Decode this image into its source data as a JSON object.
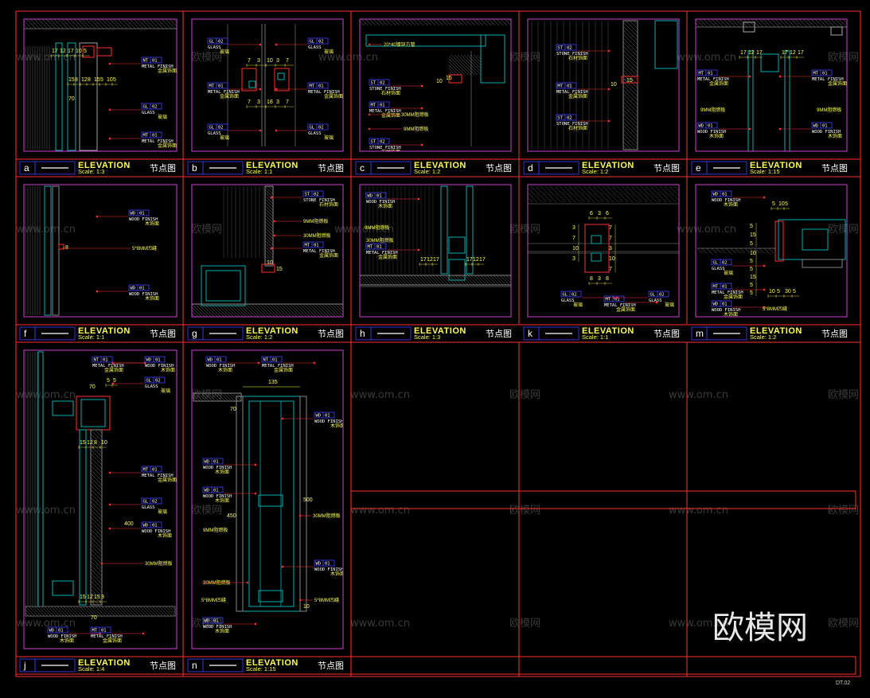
{
  "sheet_number": "DT.02",
  "watermarks": [
    "www.om.cn",
    "欧模网"
  ],
  "brand_watermark": "欧模网",
  "colors": {
    "frame": "#ff3030",
    "panel_border": "#d040d0",
    "title_text": "#ffff55",
    "tag_box": "#4040ff",
    "dim": "#ffff55",
    "leader": "#ff3030",
    "wall": "#00b0b0",
    "hatch": "#707070"
  },
  "panels": [
    {
      "letter": "a",
      "title": "ELEVATION",
      "scale_label": "Scale:",
      "scale": "1:3",
      "caption": "节点图",
      "tags": [
        {
          "code": "NT",
          "num": "01",
          "name": "METAL FINISH",
          "note": "金属饰面"
        },
        {
          "code": "GL",
          "num": "02",
          "name": "GLASS",
          "note": "玻璃"
        },
        {
          "code": "MT",
          "num": "01",
          "name": "METAL FINISH",
          "note": "金属饰面"
        }
      ],
      "dims": [
        "17",
        "12",
        "17",
        "10",
        "5",
        "15",
        "8",
        "12",
        "8",
        "15",
        "5",
        "10",
        "5",
        "70"
      ]
    },
    {
      "letter": "b",
      "title": "ELEVATION",
      "scale_label": "Scale:",
      "scale": "1:1",
      "caption": "节点图",
      "tags": [
        {
          "code": "GL",
          "num": "02",
          "name": "GLASS",
          "note": "玻璃"
        },
        {
          "code": "GL",
          "num": "02",
          "name": "GLASS",
          "note": "玻璃"
        },
        {
          "code": "MT",
          "num": "01",
          "name": "METAL FINISH",
          "note": "金属饰面"
        },
        {
          "code": "MT",
          "num": "01",
          "name": "METAL FINISH",
          "note": "金属饰面"
        },
        {
          "code": "GL",
          "num": "02",
          "name": "GLASS",
          "note": "玻璃"
        },
        {
          "code": "GL",
          "num": "02",
          "name": "GLASS",
          "note": "玻璃"
        }
      ],
      "dims": [
        "7",
        "3",
        "10",
        "3",
        "7",
        "7",
        "3",
        "18",
        "3",
        "7"
      ]
    },
    {
      "letter": "c",
      "title": "ELEVATION",
      "scale_label": "Scale:",
      "scale": "1:2",
      "caption": "节点图",
      "tags": [
        {
          "code": "ST",
          "num": "02",
          "name": "STONE FINISH",
          "note": "石材饰面"
        },
        {
          "code": "MT",
          "num": "01",
          "name": "METAL FINISH",
          "note": "金属饰面"
        },
        {
          "code": "ST",
          "num": "02",
          "name": "STONE FINISH",
          "note": "石材饰面"
        }
      ],
      "notes": [
        "20*40镀锌方管",
        "30MM阻燃板",
        "9MM阻燃板"
      ],
      "dims": [
        "15",
        "10"
      ]
    },
    {
      "letter": "d",
      "title": "ELEVATION",
      "scale_label": "Scale:",
      "scale": "1:2",
      "caption": "节点图",
      "tags": [
        {
          "code": "ST",
          "num": "02",
          "name": "STONE FINISH",
          "note": "石材饰面"
        },
        {
          "code": "MT",
          "num": "01",
          "name": "METAL FINISH",
          "note": "金属饰面"
        },
        {
          "code": "ST",
          "num": "02",
          "name": "STONE FINISH",
          "note": "石材饰面"
        }
      ],
      "dims": [
        "15",
        "10"
      ]
    },
    {
      "letter": "e",
      "title": "ELEVATION",
      "scale_label": "Scale:",
      "scale": "1:15",
      "caption": "节点图",
      "tags": [
        {
          "code": "MT",
          "num": "01",
          "name": "METAL FINISH",
          "note": "金属饰面"
        },
        {
          "code": "MT",
          "num": "01",
          "name": "METAL FINISH",
          "note": "金属饰面"
        },
        {
          "code": "WD",
          "num": "01",
          "name": "WOOD FINISH",
          "note": "木饰面"
        },
        {
          "code": "WD",
          "num": "01",
          "name": "WOOD FINISH",
          "note": "木饰面"
        }
      ],
      "notes": [
        "9MM阻燃板",
        "9MM阻燃板"
      ],
      "dims": [
        "17",
        "12",
        "17",
        "17",
        "12",
        "17"
      ]
    },
    {
      "letter": "f",
      "title": "ELEVATION",
      "scale_label": "Scale:",
      "scale": "1:1",
      "caption": "节点图",
      "tags": [
        {
          "code": "WD",
          "num": "01",
          "name": "WOOD FINISH",
          "note": "木饰面"
        },
        {
          "code": "WD",
          "num": "01",
          "name": "WOOD FINISH",
          "note": "木饰面"
        }
      ],
      "notes": [
        "5*8MM凹缝"
      ],
      "dims": [
        "8"
      ]
    },
    {
      "letter": "g",
      "title": "ELEVATION",
      "scale_label": "Scale:",
      "scale": "1:2",
      "caption": "节点图",
      "tags": [
        {
          "code": "ST",
          "num": "02",
          "name": "STONE FINISH",
          "note": "石材饰面"
        },
        {
          "code": "MT",
          "num": "01",
          "name": "METAL FINISH",
          "note": "金属饰面"
        }
      ],
      "notes": [
        "9MM阻燃板",
        "30MM阻燃板"
      ],
      "dims": [
        "10",
        "15"
      ]
    },
    {
      "letter": "h",
      "title": "ELEVATION",
      "scale_label": "Scale:",
      "scale": "1:3",
      "caption": "节点图",
      "tags": [
        {
          "code": "WD",
          "num": "01",
          "name": "WOOD FINISH",
          "note": "木饰面"
        },
        {
          "code": "MT",
          "num": "01",
          "name": "METAL FINISH",
          "note": "金属饰面"
        }
      ],
      "notes": [
        "9MM阻燃板",
        "30MM阻燃板"
      ],
      "dims": [
        "17",
        "12",
        "17",
        "17",
        "12",
        "17"
      ]
    },
    {
      "letter": "k",
      "title": "ELEVATION",
      "scale_label": "Scale:",
      "scale": "1:1",
      "caption": "节点图",
      "tags": [
        {
          "code": "GL",
          "num": "02",
          "name": "GLASS",
          "note": "玻璃"
        },
        {
          "code": "MT",
          "num": "01",
          "name": "METAL FINISH",
          "note": "金属饰面"
        },
        {
          "code": "GL",
          "num": "02",
          "name": "GLASS",
          "note": "玻璃"
        }
      ],
      "dims": [
        "6",
        "3",
        "6",
        "3",
        "7",
        "10",
        "3",
        "7",
        "7",
        "3",
        "10",
        "7",
        "8",
        "3",
        "8"
      ]
    },
    {
      "letter": "m",
      "title": "ELEVATION",
      "scale_label": "Scale:",
      "scale": "1:2",
      "caption": "节点图",
      "tags": [
        {
          "code": "WD",
          "num": "01",
          "name": "WOOD FINISH",
          "note": "木饰面"
        },
        {
          "code": "GL",
          "num": "02",
          "name": "GLASS",
          "note": "玻璃"
        },
        {
          "code": "MT",
          "num": "01",
          "name": "METAL FINISH",
          "note": "金属饰面"
        },
        {
          "code": "WD",
          "num": "01",
          "name": "WOOD FINISH",
          "note": "木饰面"
        }
      ],
      "notes": [
        "5*8MM凹缝"
      ],
      "dims": [
        "5",
        "10",
        "5",
        "5",
        "15",
        "5",
        "10",
        "5",
        "5",
        "15",
        "5",
        "5",
        "10",
        "5",
        "30",
        "5"
      ]
    },
    {
      "letter": "j",
      "title": "ELEVATION",
      "scale_label": "Scale:",
      "scale": "1:4",
      "caption": "节点图",
      "tags": [
        {
          "code": "NT",
          "num": "01",
          "name": "METAL FINISH",
          "note": "金属饰面"
        },
        {
          "code": "WD",
          "num": "01",
          "name": "WOOD FINISH",
          "note": "木饰面"
        },
        {
          "code": "GL",
          "num": "02",
          "name": "GLASS",
          "note": "玻璃"
        },
        {
          "code": "MT",
          "num": "01",
          "name": "METAL FINISH",
          "note": "金属饰面"
        },
        {
          "code": "GL",
          "num": "02",
          "name": "GLASS",
          "note": "玻璃"
        },
        {
          "code": "WD",
          "num": "01",
          "name": "WOOD FINISH",
          "note": "木饰面"
        },
        {
          "code": "WD",
          "num": "01",
          "name": "WOOD FINISH",
          "note": "木饰面"
        },
        {
          "code": "MT",
          "num": "01",
          "name": "METAL FINISH",
          "note": "金属饰面"
        }
      ],
      "notes": [
        "30MM阻燃板"
      ],
      "dims": [
        "70",
        "5",
        "5",
        "15",
        "12",
        "8",
        "10",
        "400",
        "15",
        "12",
        "15",
        "3",
        "70"
      ]
    },
    {
      "letter": "n",
      "title": "ELEVATION",
      "scale_label": "Scale:",
      "scale": "1:15",
      "caption": "节点图",
      "tags": [
        {
          "code": "WD",
          "num": "01",
          "name": "WOOD FINISH",
          "note": "木饰面"
        },
        {
          "code": "NT",
          "num": "01",
          "name": "METAL FINISH",
          "note": "金属饰面"
        },
        {
          "code": "WD",
          "num": "01",
          "name": "WOOD FINISH",
          "note": "木饰面"
        },
        {
          "code": "WD",
          "num": "01",
          "name": "WOOD FINISH",
          "note": "木饰面"
        },
        {
          "code": "WD",
          "num": "01",
          "name": "WOOD FINISH",
          "note": "木饰面"
        },
        {
          "code": "WD",
          "num": "01",
          "name": "WOOD FINISH",
          "note": "木饰面"
        },
        {
          "code": "WD",
          "num": "01",
          "name": "WOOD FINISH",
          "note": "木饰面"
        }
      ],
      "notes": [
        "30MM阻燃板",
        "9MM阻燃板",
        "30MM阻燃板",
        "5*8MM凹缝",
        "5*8MM凹缝"
      ],
      "dims": [
        "135",
        "70",
        "500",
        "450",
        "10"
      ]
    }
  ]
}
